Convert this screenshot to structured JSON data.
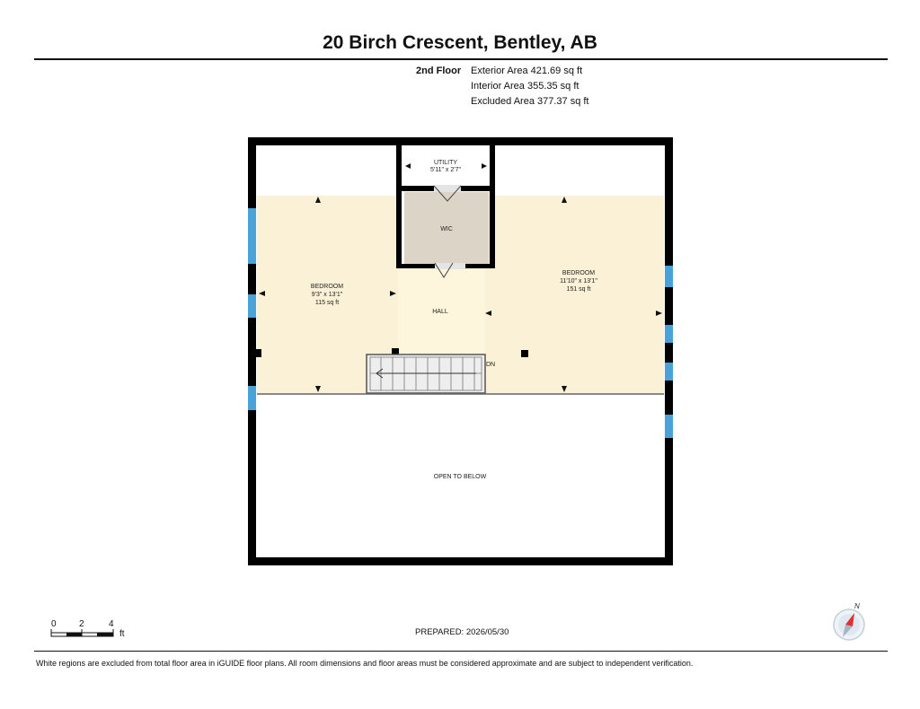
{
  "title": "20 Birch Crescent, Bentley, AB",
  "floor": {
    "name": "2nd Floor",
    "exterior_area": "Exterior Area 421.69 sq ft",
    "interior_area": "Interior Area 355.35 sq ft",
    "excluded_area": "Excluded Area 377.37 sq ft"
  },
  "rooms": {
    "utility": {
      "name": "UTILITY",
      "dims": "5'11\" x 2'7\""
    },
    "wic": {
      "name": "WIC"
    },
    "bedroom_left": {
      "name": "BEDROOM",
      "dims": "9'3\" x 13'1\"",
      "area": "115 sq ft"
    },
    "bedroom_right": {
      "name": "BEDROOM",
      "dims": "11'10\" x 13'1\"",
      "area": "151 sq ft"
    },
    "hall": {
      "name": "HALL"
    },
    "stairs": {
      "label": "DN"
    },
    "open_to_below": {
      "name": "OPEN TO BELOW"
    }
  },
  "scale": {
    "ticks": [
      "0",
      "2",
      "4"
    ],
    "unit": "ft"
  },
  "compass": {
    "label": "N"
  },
  "prepared": "PREPARED: 2026/05/30",
  "footer_note": "White regions are excluded from total floor area in iGUIDE floor plans. All room dimensions and floor areas must be considered approximate and are subject to independent verification.",
  "colors": {
    "room_fill": "#fbf1d6",
    "wic_fill": "#dcd4c6",
    "wall": "#000000",
    "window": "#4aa3d8",
    "compass_arrow": "#e03030"
  }
}
